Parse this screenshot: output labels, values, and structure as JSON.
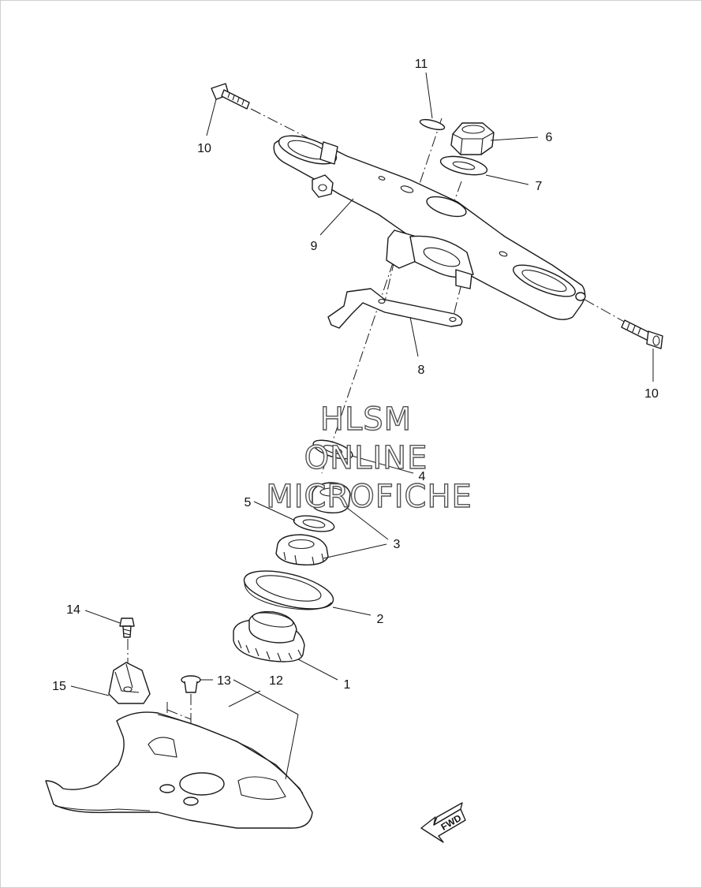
{
  "callouts": {
    "p1": "1",
    "p2": "2",
    "p3": "3",
    "p4": "4",
    "p5": "5",
    "p6": "6",
    "p7": "7",
    "p8": "8",
    "p9": "9",
    "p10a": "10",
    "p10b": "10",
    "p11": "11",
    "p12": "12",
    "p13": "13",
    "p14": "14",
    "p15": "15"
  },
  "watermark": {
    "line1": "HLSM",
    "line2": "ONLINE",
    "line3": "MICROFICHE"
  },
  "direction_label": "FWD"
}
